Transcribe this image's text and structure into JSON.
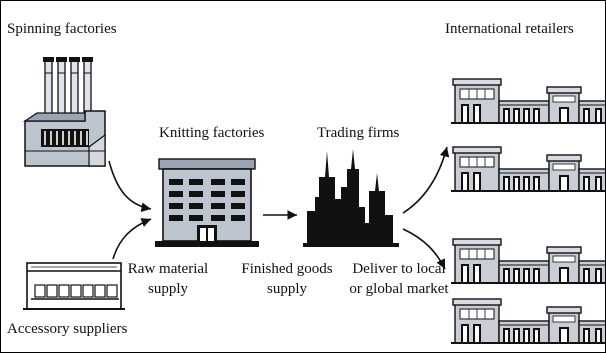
{
  "labels": {
    "spinning": "Spinning factories",
    "knitting": "Knitting factories",
    "trading": "Trading firms",
    "retailers": "International retailers",
    "accessory": "Accessory suppliers",
    "raw_material_line1": "Raw material",
    "raw_material_line2": "supply",
    "finished_line1": "Finished goods",
    "finished_line2": "supply",
    "deliver_line1": "Deliver to local",
    "deliver_line2": "or global market"
  },
  "colors": {
    "ink": "#111111",
    "factory_fill": "#bcc4d0",
    "retail_fill": "#c9ced6",
    "background": "#ffffff"
  }
}
